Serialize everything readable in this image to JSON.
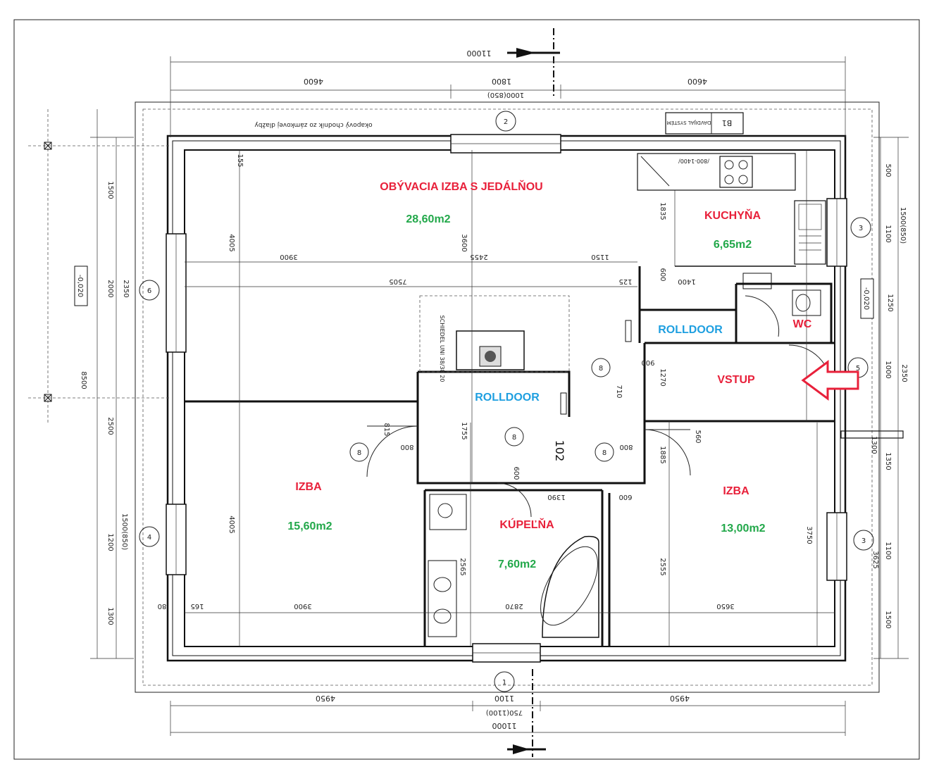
{
  "rooms": {
    "living": {
      "name": "OBÝVACIA IZBA S JEDÁLŇOU",
      "area": "28,60m2"
    },
    "kitchen": {
      "name": "KUCHYŇA",
      "area": "6,65m2"
    },
    "wc": {
      "name": "WC"
    },
    "entrance": {
      "name": "VSTUP"
    },
    "room_left": {
      "name": "IZBA",
      "area": "15,60m2"
    },
    "bathroom": {
      "name": "KÚPEĽŇA",
      "area": "7,60m2"
    },
    "room_right": {
      "name": "IZBA",
      "area": "13,00m2"
    }
  },
  "doors": {
    "rolldoor_upper": "ROLLDOOR",
    "rolldoor_lower": "ROLLDOOR"
  },
  "colors": {
    "room_name": "#e8203a",
    "room_area": "#22a84a",
    "rolldoor": "#1e9fe0",
    "entrance_arrow": "#e8203a"
  },
  "dimensions": {
    "top_total": "11000",
    "top_left": "4600",
    "top_mid": "1800",
    "top_right": "4600",
    "top_sub": "1000(850)",
    "bottom_total": "11000",
    "bottom_left": "4950",
    "bottom_mid": "1100",
    "bottom_right": "4950",
    "bottom_sub": "750(1100)",
    "left_1500": "1500",
    "left_2000": "2000",
    "left_2350": "2350",
    "left_8500": "8500",
    "left_2500": "2500",
    "left_1200": "1200",
    "left_1500_850": "1500(850)",
    "left_1300": "1300",
    "level_left": "-0,020",
    "level_right": "-0,020",
    "right_500": "500",
    "right_1100": "1100",
    "right_1500_850": "1500(850)",
    "right_1250": "1250",
    "right_2350": "2350",
    "right_1000": "1000",
    "right_1300": "1300",
    "right_1350": "1350",
    "right_1100_b": "1100",
    "right_3625": "3625",
    "right_1500": "1500",
    "inner_3900_top": "3900",
    "inner_2455": "2455",
    "inner_1150": "1150",
    "inner_7505": "7505",
    "inner_125_a": "125",
    "inner_4005_top": "4005",
    "inner_3600": "3600",
    "inner_1400": "1400",
    "inner_600": "600",
    "inner_1835": "1835",
    "inner_1390": "1390",
    "inner_600_b": "600",
    "inner_3900_bot": "3900",
    "inner_2870": "2870",
    "inner_3650": "3650",
    "inner_4005_bot": "4005",
    "inner_2555": "2555",
    "inner_2565": "2565",
    "inner_3750": "3750",
    "inner_1755": "1755",
    "inner_1885": "1885",
    "inner_815": "815",
    "inner_710": "710",
    "inner_560": "560",
    "inner_800_l": "800",
    "inner_800_r": "800",
    "inner_600_door": "600",
    "inner_1270": "1270",
    "inner_900": "900",
    "inner_155": "155",
    "inner_165": "165",
    "inner_80": "80",
    "inner_102": "102"
  },
  "axis_markers": {
    "top": "2",
    "bottom": "1",
    "left_upper": "6",
    "left_lower": "4",
    "right_upper": "3",
    "right_mid": "5",
    "right_lower": "3",
    "door_a": "8",
    "door_b": "8",
    "door_c": "8",
    "door_d": "8"
  },
  "notes": {
    "stamp": "B1",
    "stamp_note": "DAVDIJAL SYSTÉM",
    "paving_note": "okapový chodník zo zámkovej dlažby",
    "chimney_note": "SCHIEDEL UNI 38/38 20",
    "hood_note": "/800-1400/"
  }
}
